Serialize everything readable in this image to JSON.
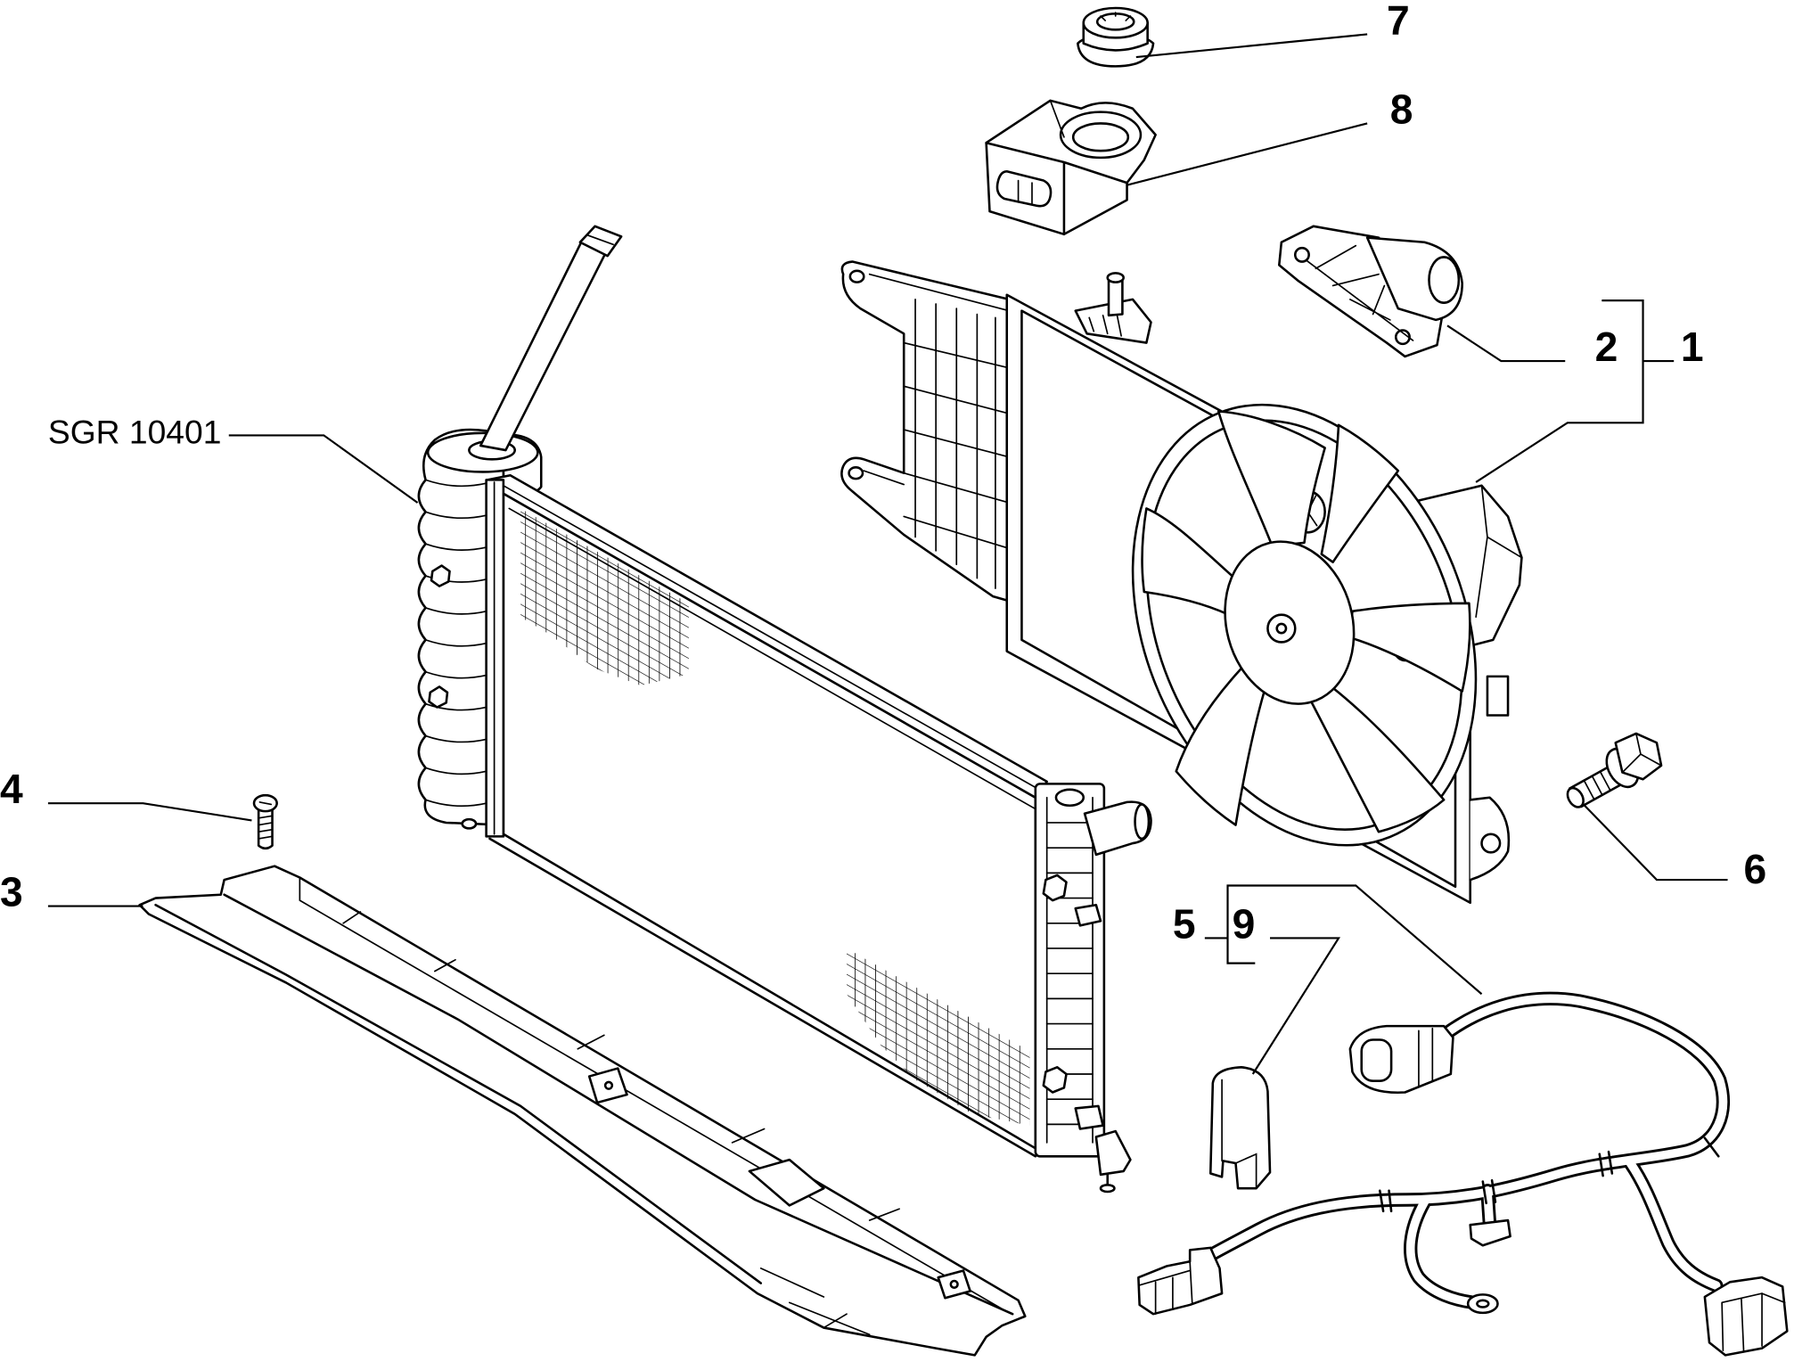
{
  "diagram": {
    "reference": "SGR 10401",
    "callouts": {
      "n1": "1",
      "n2": "2",
      "n3": "3",
      "n4": "4",
      "n5": "5",
      "n6": "6",
      "n7": "7",
      "n8": "8",
      "n9": "9"
    }
  },
  "colors": {
    "ink": "#000000",
    "paper": "#ffffff"
  }
}
